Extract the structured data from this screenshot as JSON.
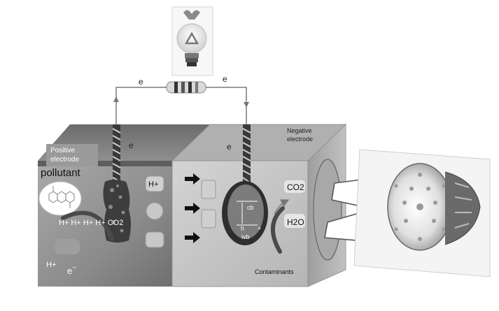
{
  "labels": {
    "e_top_left": "e",
    "e_top_right": "e",
    "e_left_wire": "e",
    "e_right_wire": "e",
    "positive_electrode": "Positive electrode",
    "positive_line1": "Positive",
    "positive_line2": "electrode",
    "negative_line1": "Negative",
    "negative_line2": "electrode",
    "pollutant": "pollutant",
    "h_plus_row": "H+ H+ H+ H+ CO2",
    "h_plus_right": "H+",
    "h_plus_bottom": "H+",
    "e_minus_base": "e",
    "e_minus_sup": "−",
    "co2": "CO2",
    "h2o": "H2O",
    "cb": "cb",
    "h": "h",
    "ivb": "ivb",
    "plus_mark": "+",
    "contaminants": "Contaminants"
  },
  "icons": {
    "bulb": "recycle-bulb-icon",
    "resistor": "resistor-icon",
    "lamp": "led-lamp-icon",
    "lightning": "lightning-bolt-icon",
    "molecule": "molecule-icon"
  },
  "colors": {
    "left_chamber": "#8a8a8a",
    "right_chamber": "#bdbdbd",
    "wire": "#7a7a7a",
    "dark": "#222222"
  }
}
